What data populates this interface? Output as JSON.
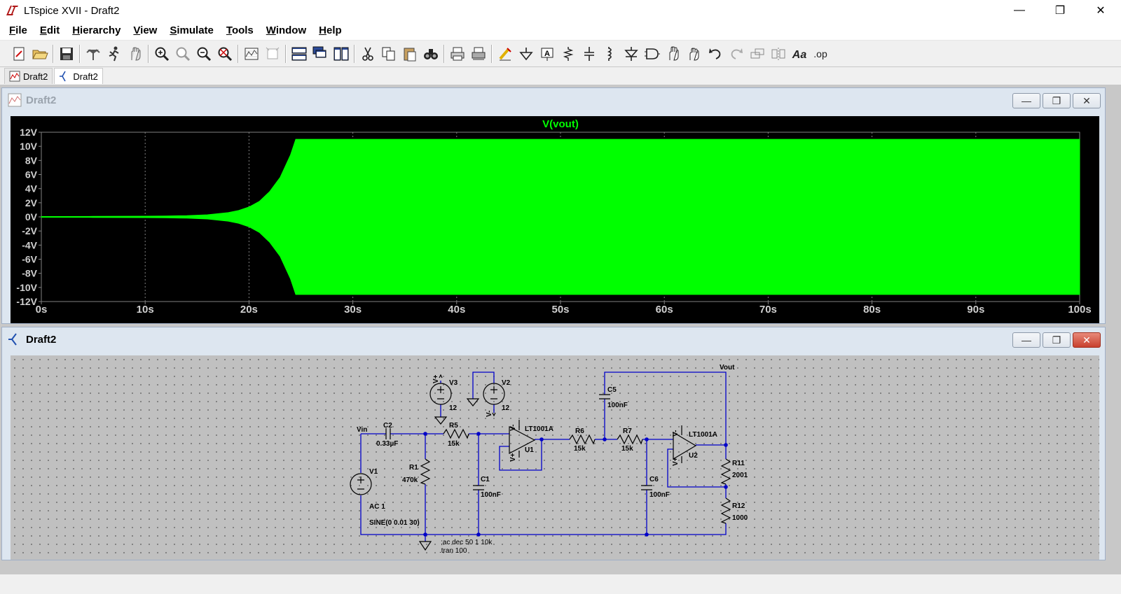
{
  "app": {
    "title": "LTspice XVII - Draft2"
  },
  "window_controls": {
    "minimize": "—",
    "restore": "❐",
    "close": "✕"
  },
  "menu": [
    "File",
    "Edit",
    "Hierarchy",
    "View",
    "Simulate",
    "Tools",
    "Window",
    "Help"
  ],
  "toolbar_icons": [
    "new-schematic-icon",
    "open-icon",
    "save-icon",
    "control-panel-icon",
    "run-icon",
    "halt-icon",
    "zoom-in-icon",
    "zoom-area-icon",
    "zoom-out-icon",
    "zoom-fit-icon",
    "autoscale-icon",
    "plot-settings-icon",
    "tile-horizontal-icon",
    "cascade-icon",
    "tile-vertical-icon",
    "cut-icon",
    "copy-icon",
    "paste-icon",
    "find-icon",
    "print-icon",
    "print-setup-icon",
    "wire-icon",
    "ground-icon",
    "label-icon",
    "resistor-icon",
    "capacitor-icon",
    "inductor-icon",
    "diode-icon",
    "component-icon",
    "move-icon",
    "drag-icon",
    "undo-icon",
    "redo-icon",
    "rotate-icon",
    "mirror-icon",
    "text-icon",
    "spice-directive-icon"
  ],
  "toolbar_text": {
    "text_tool": "Aa",
    "spice_directive": ".op"
  },
  "tabs": [
    {
      "label": "Draft2",
      "kind": "waveform"
    },
    {
      "label": "Draft2",
      "kind": "schematic"
    }
  ],
  "plot_window": {
    "title": "Draft2",
    "buttons": [
      "—",
      "❐",
      "✕"
    ]
  },
  "schematic_window": {
    "title": "Draft2",
    "buttons": [
      "—",
      "❐",
      "✕"
    ]
  },
  "chart_data": {
    "type": "line",
    "title": "V(vout)",
    "series": [
      {
        "name": "V(vout)",
        "color": "#00ff00",
        "envelope_time_s": [
          0,
          5,
          10,
          12,
          14,
          16,
          18,
          19,
          20,
          21,
          22,
          23,
          24,
          24.5,
          100
        ],
        "envelope_amplitude_v": [
          0.05,
          0.07,
          0.1,
          0.13,
          0.18,
          0.3,
          0.6,
          0.9,
          1.4,
          2.2,
          3.6,
          5.6,
          8.8,
          11,
          11
        ]
      }
    ],
    "x_ticks": [
      "0s",
      "10s",
      "20s",
      "30s",
      "40s",
      "50s",
      "60s",
      "70s",
      "80s",
      "90s",
      "100s"
    ],
    "y_ticks": [
      "12V",
      "10V",
      "8V",
      "6V",
      "4V",
      "2V",
      "0V",
      "-2V",
      "-4V",
      "-6V",
      "-8V",
      "-10V",
      "-12V"
    ],
    "xlim": [
      0,
      100
    ],
    "ylim": [
      -12,
      12
    ],
    "grid": true
  },
  "schematic": {
    "labels": {
      "vout": "Vout",
      "vin": "Vin",
      "v3": "V3",
      "v3_val": "12",
      "v2": "V2",
      "v2_val": "12",
      "c2": "C2",
      "c2_val": "0.33µF",
      "r5": "R5",
      "r5_val": "15k",
      "u1_model": "LT1001A",
      "u1": "U1",
      "r6": "R6",
      "r6_val": "15k",
      "r7": "R7",
      "r7_val": "15k",
      "u2_model": "LT1001A",
      "u2": "U2",
      "c5": "C5",
      "c5_val": "100nF",
      "r1": "R1",
      "r1_val": "470k",
      "c1": "C1",
      "c1_val": "100nF",
      "c6": "C6",
      "c6_val": "100nF",
      "r11": "R11",
      "r11_val": "2001",
      "r12": "R12",
      "r12_val": "1000",
      "v1": "V1",
      "v1_ac": "AC 1",
      "v1_sine": "SINE(0 0.01 30)",
      "directive1": ";ac dec 50 1 10k",
      "directive2": ".tran 100",
      "vplus": "V+",
      "vminus": "V-"
    }
  }
}
